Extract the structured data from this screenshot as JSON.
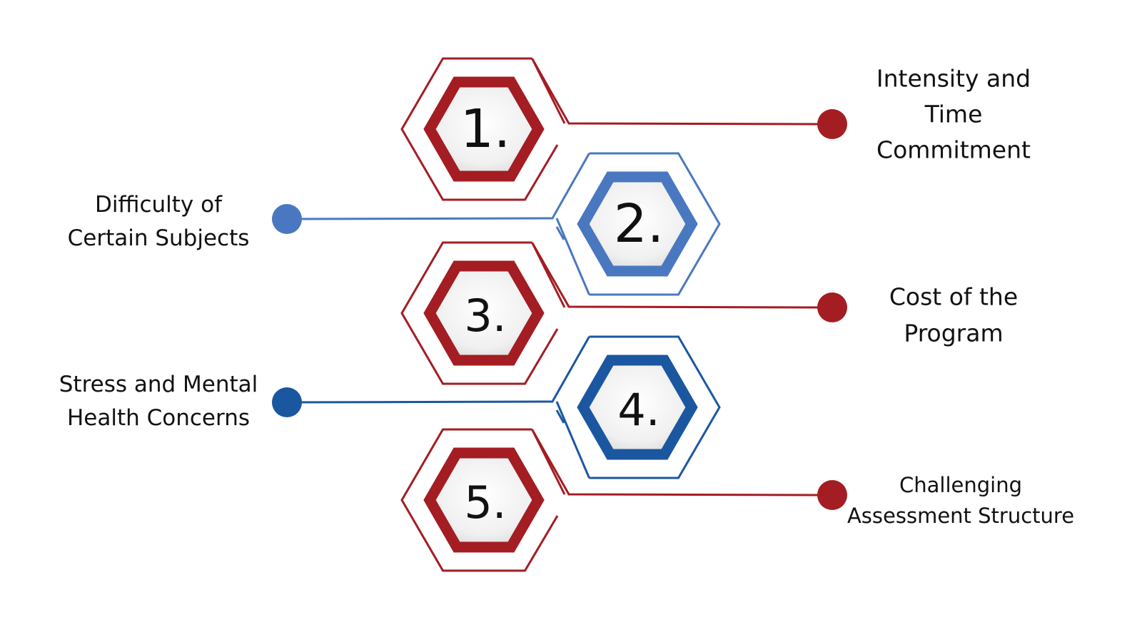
{
  "colors": {
    "red": "#a31d22",
    "blue_light": "#4a78c0",
    "blue_dark": "#1b57a0",
    "hex_fill": "#eeeeee"
  },
  "steps": [
    {
      "number": "1.",
      "label_lines": [
        "Intensity and",
        "Time",
        "Commitment"
      ],
      "color": "red",
      "side": "right"
    },
    {
      "number": "2.",
      "label_lines": [
        "Difficulty of",
        "Certain Subjects"
      ],
      "color": "blue_light",
      "side": "left"
    },
    {
      "number": "3.",
      "label_lines": [
        "Cost of the",
        "Program"
      ],
      "color": "red",
      "side": "right"
    },
    {
      "number": "4.",
      "label_lines": [
        "Stress and Mental",
        "Health Concerns"
      ],
      "color": "blue_dark",
      "side": "left"
    },
    {
      "number": "5.",
      "label_lines": [
        "Challenging",
        "Assessment Structure"
      ],
      "color": "red",
      "side": "right"
    }
  ]
}
